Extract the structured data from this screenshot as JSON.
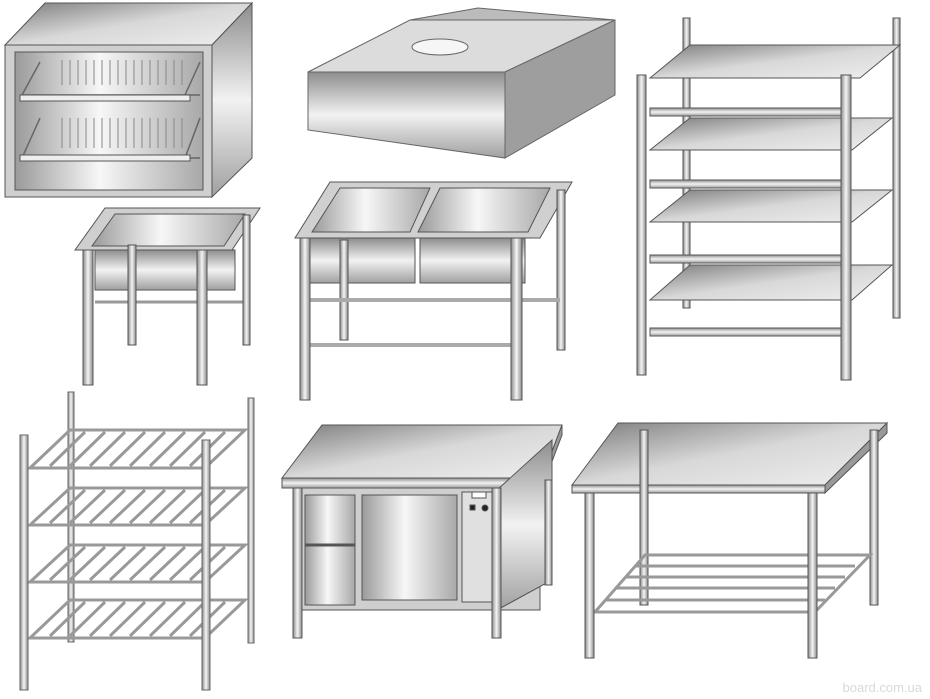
{
  "image": {
    "items": [
      {
        "name": "wall-dish-cabinet"
      },
      {
        "name": "exhaust-hood"
      },
      {
        "name": "four-tier-shelf-rack"
      },
      {
        "name": "single-sink"
      },
      {
        "name": "double-sink"
      },
      {
        "name": "slatted-rack"
      },
      {
        "name": "cabinet-table"
      },
      {
        "name": "work-table-slatted-shelf"
      }
    ],
    "watermark": "board.com.ua",
    "colors": {
      "steel_light": "#f4f4f4",
      "steel_mid": "#bdbdbd",
      "steel_dark": "#7a7a7a",
      "edge": "#555555"
    }
  }
}
